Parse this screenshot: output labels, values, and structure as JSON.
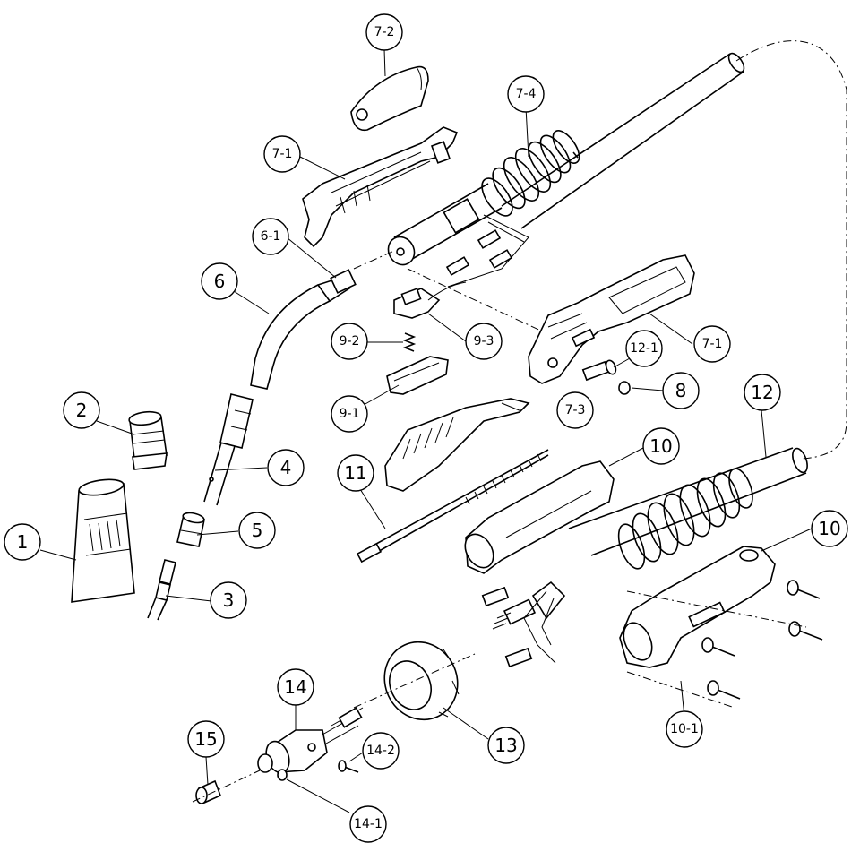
{
  "callouts": {
    "c1": "1",
    "c2": "2",
    "c3": "3",
    "c4": "4",
    "c5": "5",
    "c6": "6",
    "c6_1": "6-1",
    "c7_1_top": "7-1",
    "c7_1_right": "7-1",
    "c7_2": "7-2",
    "c7_3": "7-3",
    "c7_4": "7-4",
    "c8": "8",
    "c9_1": "9-1",
    "c9_2": "9-2",
    "c9_3": "9-3",
    "c10_left": "10",
    "c10_right": "10",
    "c10_1": "10-1",
    "c11": "11",
    "c12": "12",
    "c12_1": "12-1",
    "c13": "13",
    "c14": "14",
    "c14_1": "14-1",
    "c14_2": "14-2",
    "c15": "15"
  }
}
